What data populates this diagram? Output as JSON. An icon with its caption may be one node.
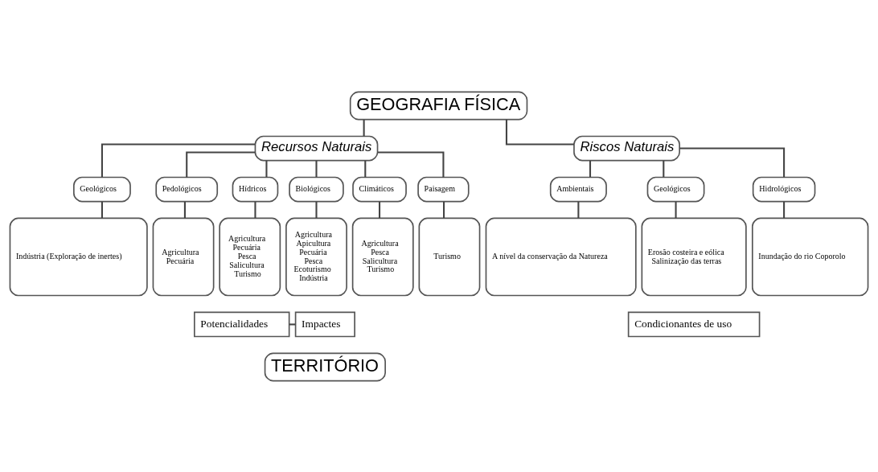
{
  "diagram": {
    "nodes": [
      {
        "text": [
          "GEOGRAFIA FÍSICA"
        ]
      },
      {
        "text": [
          "Recursos Naturais"
        ]
      },
      {
        "text": [
          "Riscos Naturais"
        ]
      },
      {
        "text": [
          "Geológicos"
        ]
      },
      {
        "text": [
          "Pedológicos"
        ]
      },
      {
        "text": [
          "Hídricos"
        ]
      },
      {
        "text": [
          "Biológicos"
        ]
      },
      {
        "text": [
          "Climáticos"
        ]
      },
      {
        "text": [
          "Paisagem"
        ]
      },
      {
        "text": [
          "Ambientais"
        ]
      },
      {
        "text": [
          "Geológicos"
        ]
      },
      {
        "text": [
          "Hidrológicos"
        ]
      },
      {
        "text": [
          "Indústria (Exploração de inertes)"
        ]
      },
      {
        "text": [
          "Agricultura",
          "Pecuária"
        ]
      },
      {
        "text": [
          "Agricultura",
          "Pecuária",
          "Pesca",
          "Salicultura",
          "Turismo"
        ]
      },
      {
        "text": [
          "Agricultura",
          "Apicultura",
          "Pecuária",
          "Pesca",
          "Ecoturismo",
          "Indústria"
        ]
      },
      {
        "text": [
          "Agricultura",
          "Pesca",
          "Salicultura",
          "Turismo"
        ]
      },
      {
        "text": [
          "Turismo"
        ]
      },
      {
        "text": [
          "A nível da conservação da Natureza"
        ]
      },
      {
        "text": [
          "Erosão costeira e eólica",
          "Salinização das terras"
        ]
      },
      {
        "text": [
          "Inundação do rio Coporolo"
        ]
      },
      {
        "text": [
          "Potencialidades"
        ]
      },
      {
        "text": [
          "Impactes"
        ]
      },
      {
        "text": [
          "Condicionantes de uso"
        ]
      },
      {
        "text": [
          "TERRITÓRIO"
        ]
      }
    ],
    "edges": [
      {
        "from": 0,
        "to": 1,
        "arrow": "none"
      },
      {
        "from": 0,
        "to": 2,
        "arrow": "none"
      },
      {
        "from": 1,
        "to": 3,
        "arrow": "none"
      },
      {
        "from": 1,
        "to": 4,
        "arrow": "none"
      },
      {
        "from": 1,
        "to": 5,
        "arrow": "none"
      },
      {
        "from": 1,
        "to": 6,
        "arrow": "none"
      },
      {
        "from": 1,
        "to": 7,
        "arrow": "none"
      },
      {
        "from": 1,
        "to": 8,
        "arrow": "none"
      },
      {
        "from": 2,
        "to": 9,
        "arrow": "none"
      },
      {
        "from": 2,
        "to": 10,
        "arrow": "none"
      },
      {
        "from": 2,
        "to": 11,
        "arrow": "none"
      },
      {
        "from": 3,
        "to": 12,
        "arrow": "none"
      },
      {
        "from": 4,
        "to": 13,
        "arrow": "none"
      },
      {
        "from": 5,
        "to": 14,
        "arrow": "none"
      },
      {
        "from": 6,
        "to": 15,
        "arrow": "none"
      },
      {
        "from": 7,
        "to": 16,
        "arrow": "none"
      },
      {
        "from": 8,
        "to": 17,
        "arrow": "none"
      },
      {
        "from": 9,
        "to": 18,
        "arrow": "none"
      },
      {
        "from": 10,
        "to": 19,
        "arrow": "none"
      },
      {
        "from": 11,
        "to": 20,
        "arrow": "none"
      },
      {
        "from": 21,
        "to": 22,
        "arrow": "none"
      }
    ]
  }
}
